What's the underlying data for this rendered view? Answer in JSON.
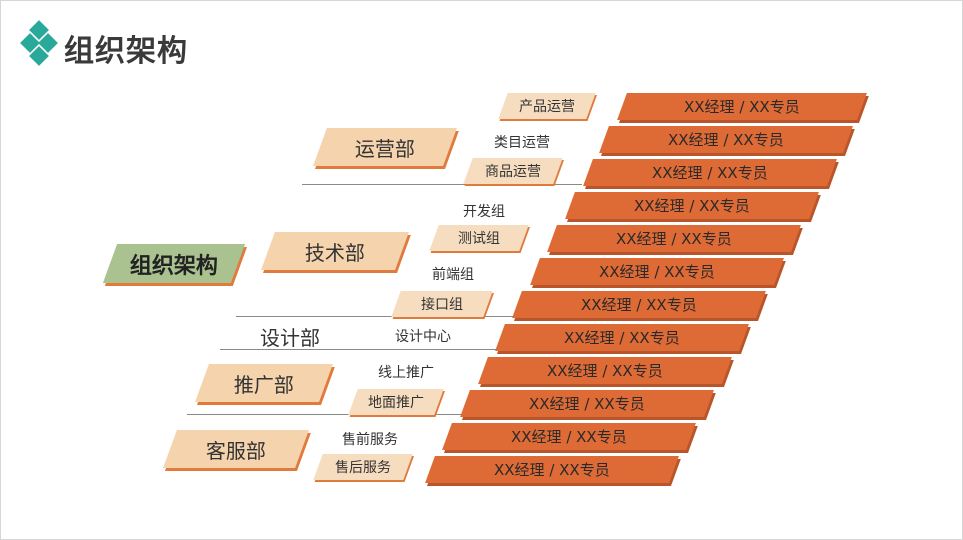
{
  "page": {
    "title": "组织架构"
  },
  "root": {
    "label": "组织架构"
  },
  "departments": [
    {
      "name": "运营部",
      "subs": [
        "产品运营",
        "类目运营",
        "商品运营"
      ]
    },
    {
      "name": "技术部",
      "subs": [
        "开发组",
        "测试组",
        "前端组",
        "接口组"
      ]
    },
    {
      "name": "设计部",
      "subs": [
        "设计中心"
      ]
    },
    {
      "name": "推广部",
      "subs": [
        "线上推广",
        "地面推广"
      ]
    },
    {
      "name": "客服部",
      "subs": [
        "售前服务",
        "售后服务"
      ]
    }
  ],
  "roles": [
    "XX经理 / XX专员",
    "XX经理 / XX专员",
    "XX经理 / XX专员",
    "XX经理 / XX专员",
    "XX经理 / XX专员",
    "XX经理 / XX专员",
    "XX经理 / XX专员",
    "XX经理 / XX专员",
    "XX经理 / XX专员",
    "XX经理 / XX专员",
    "XX经理 / XX专员",
    "XX经理 / XX专员"
  ],
  "colors": {
    "accent": "#2aa99b",
    "root_fill": "#a9c28f",
    "dept_fill": "#f4d3ad",
    "role_fill": "#de6a35",
    "shadow": "#e07b3c"
  }
}
